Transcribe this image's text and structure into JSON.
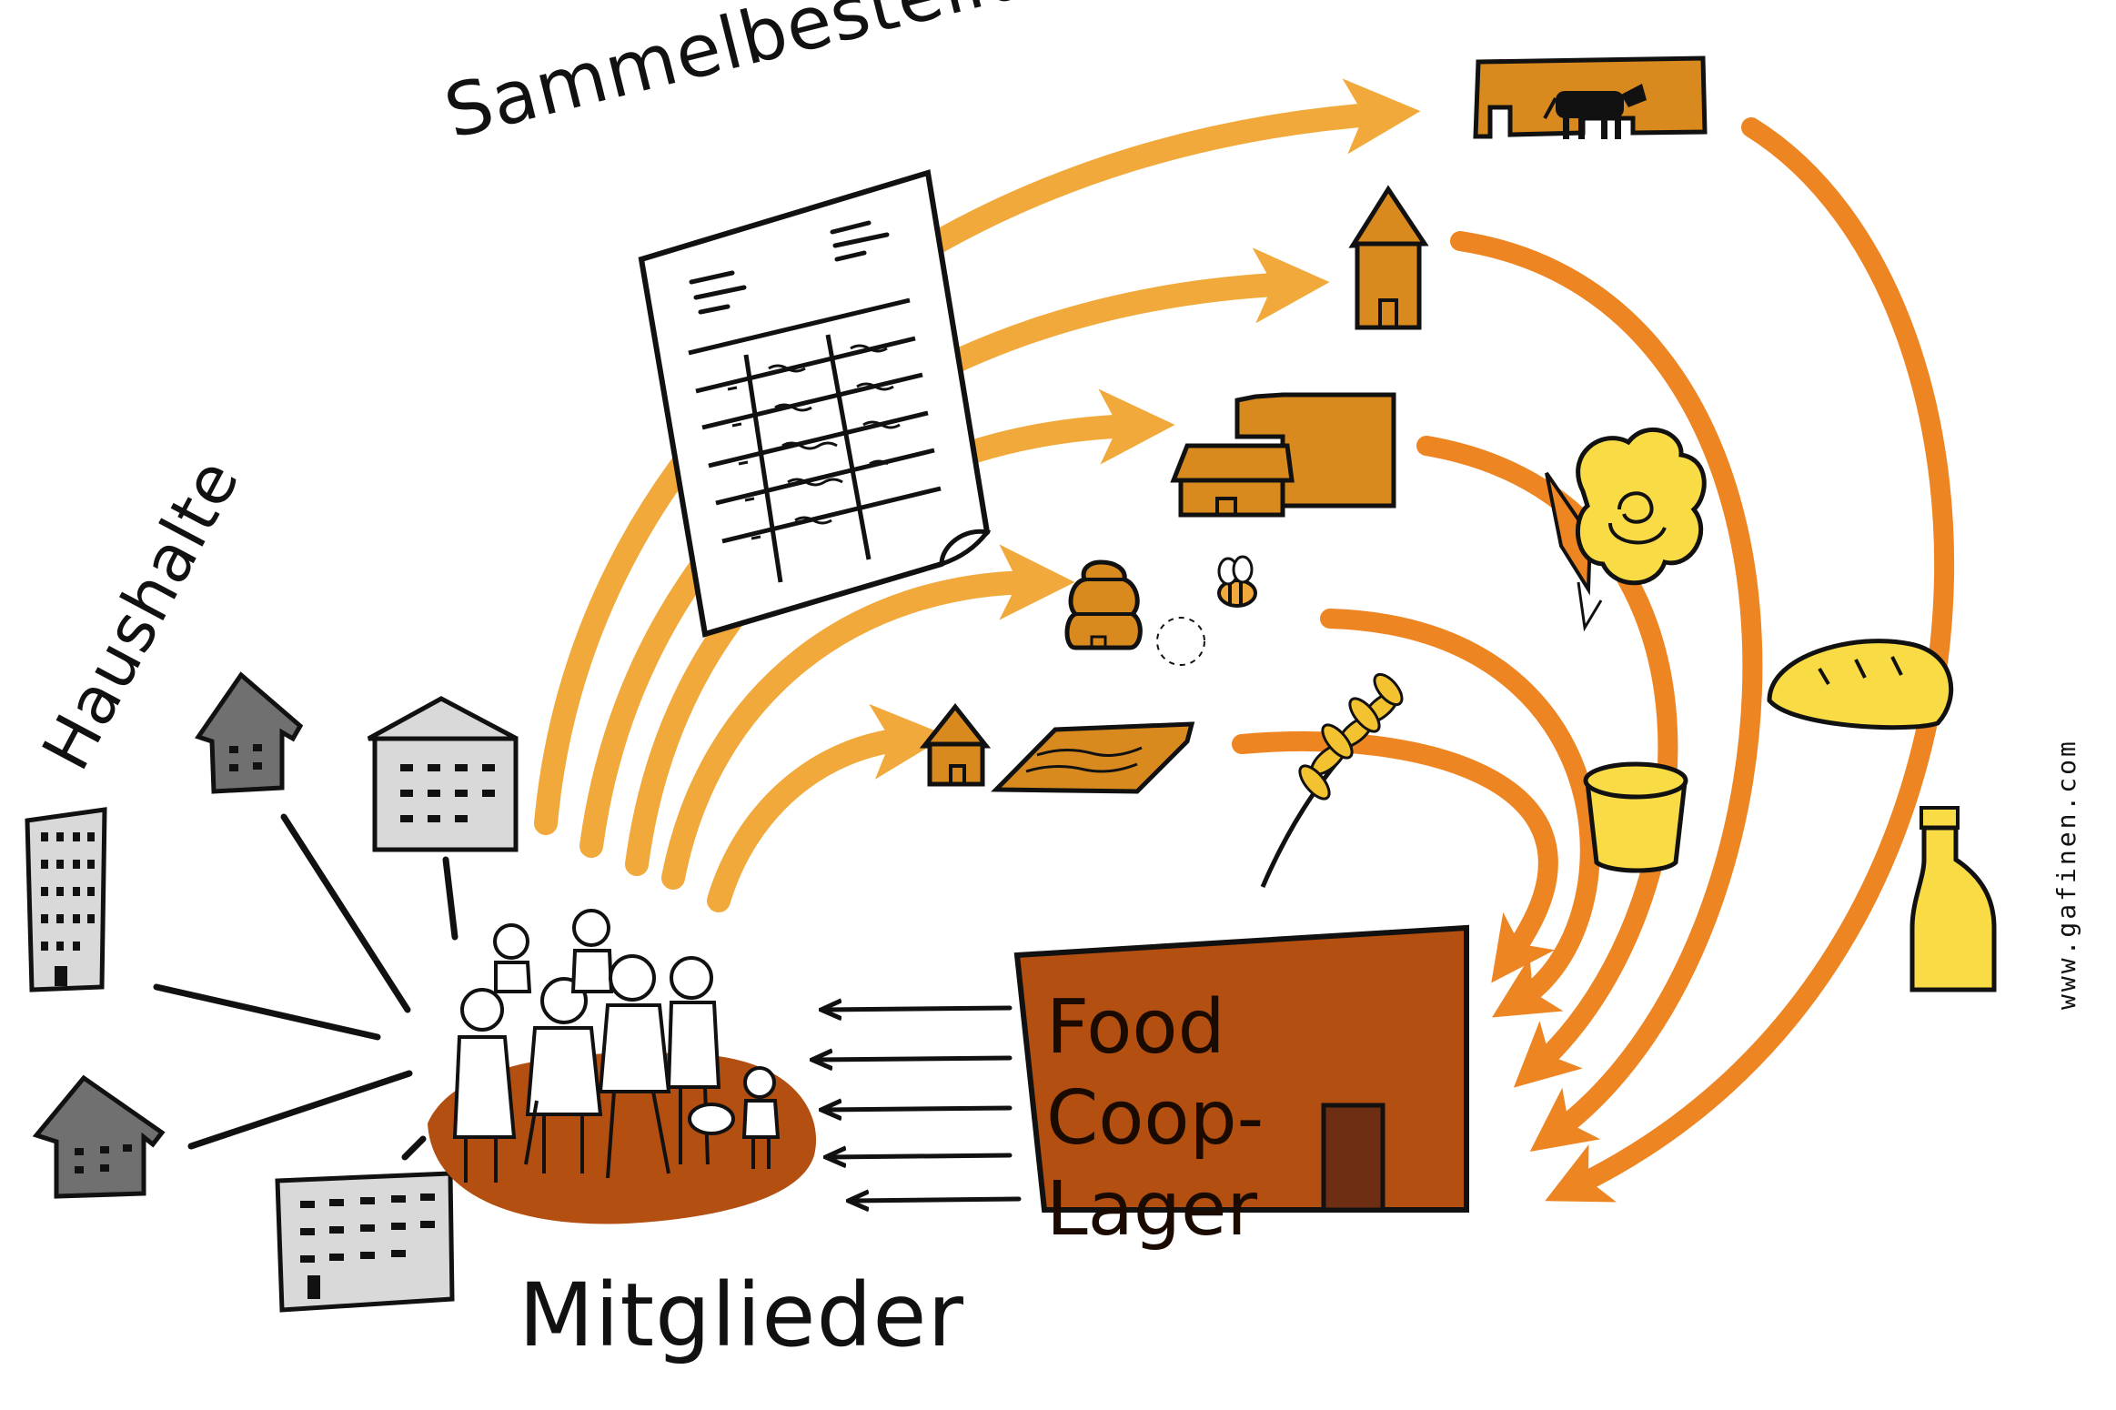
{
  "labels": {
    "order": "Sammelbestellung",
    "households": "Haushalte",
    "members": "Mitglieder",
    "store_line1": "Food Coop-",
    "store_line2": "Lager",
    "website": "www.gafinen.com"
  },
  "icons": [
    "order-sheet-icon",
    "cow-barn-icon",
    "bakery-house-icon",
    "farm-icon",
    "beehive-icon",
    "bee-icon",
    "field-house-icon",
    "wheat-icon",
    "vegetables-icon",
    "bread-icon",
    "yogurt-icon",
    "bottle-icon",
    "store-building-icon",
    "member-group-icon",
    "house-icon",
    "apartment-icon",
    "highrise-icon"
  ],
  "colors": {
    "order_arrows": "#F2A93B",
    "delivery_arrows": "#EE8523",
    "producer": "#D98A1E",
    "store": "#B34F10",
    "store_door": "#6E2E14",
    "member_ground": "#B34F10",
    "food_yellow": "#F9DC45",
    "house_dark": "#707070",
    "house_light": "#D9D9D9"
  }
}
